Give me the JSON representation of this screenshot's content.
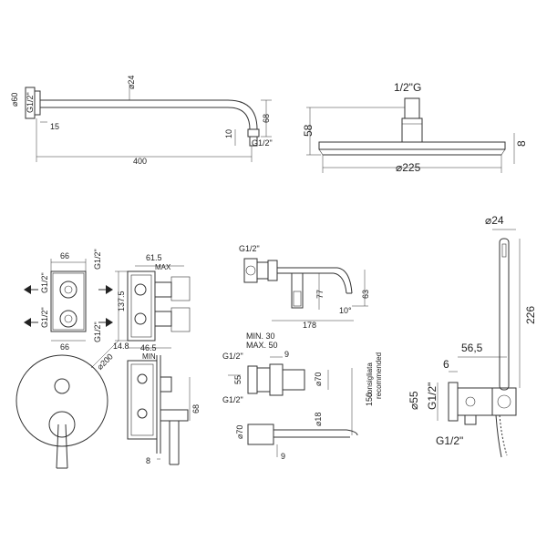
{
  "labels": {
    "arm_diam": "⌀24",
    "arm_flange": "⌀60",
    "arm_thread": "G1/2\"",
    "arm_15": "15",
    "arm_400": "400",
    "arm_68": "68",
    "arm_10": "10",
    "arm_outlet": "G1/2\"",
    "head_conn": "1/2\"G",
    "head_58": "58",
    "head_8": "8",
    "head_diam": "⌀225",
    "box_66_top": "66",
    "box_thread_l": "G1/2\"",
    "box_thread_r": "G1/2\"",
    "box_thread_l2": "G1/2\"",
    "box_thread_r2": "G1/2\"",
    "box_66_bot": "66",
    "side_61_5": "61.5",
    "side_max": "MAX",
    "side_137_5": "137.5",
    "side_14_8": "14.8",
    "side_46_5": "46.5",
    "side_min": "MIN",
    "spout_thread": "G1/2\"",
    "spout_77": "77",
    "spout_63": "63",
    "spout_10deg": "10°",
    "spout_178": "178",
    "plate_diam": "⌀200",
    "valve_68": "68",
    "valve_8": "8",
    "min_30": "MIN. 30",
    "max_50": "MAX. 50",
    "sec_g1": "G1/2\"",
    "sec_g2": "G1/2\"",
    "sec_9": "9",
    "sec_55": "55",
    "sec_70": "⌀70",
    "consigliata": "consigliata",
    "recommended": "recommended",
    "sec_150": "150",
    "sec_70b": "⌀70",
    "sec_18": "⌀18",
    "sec_9b": "9",
    "hand_diam": "⌀24",
    "hand_226": "226",
    "hand_56_5": "56,5",
    "hand_6": "6",
    "hand_55": "⌀55",
    "hand_g1": "G1/2\"",
    "hand_g2": "G1/2\""
  }
}
